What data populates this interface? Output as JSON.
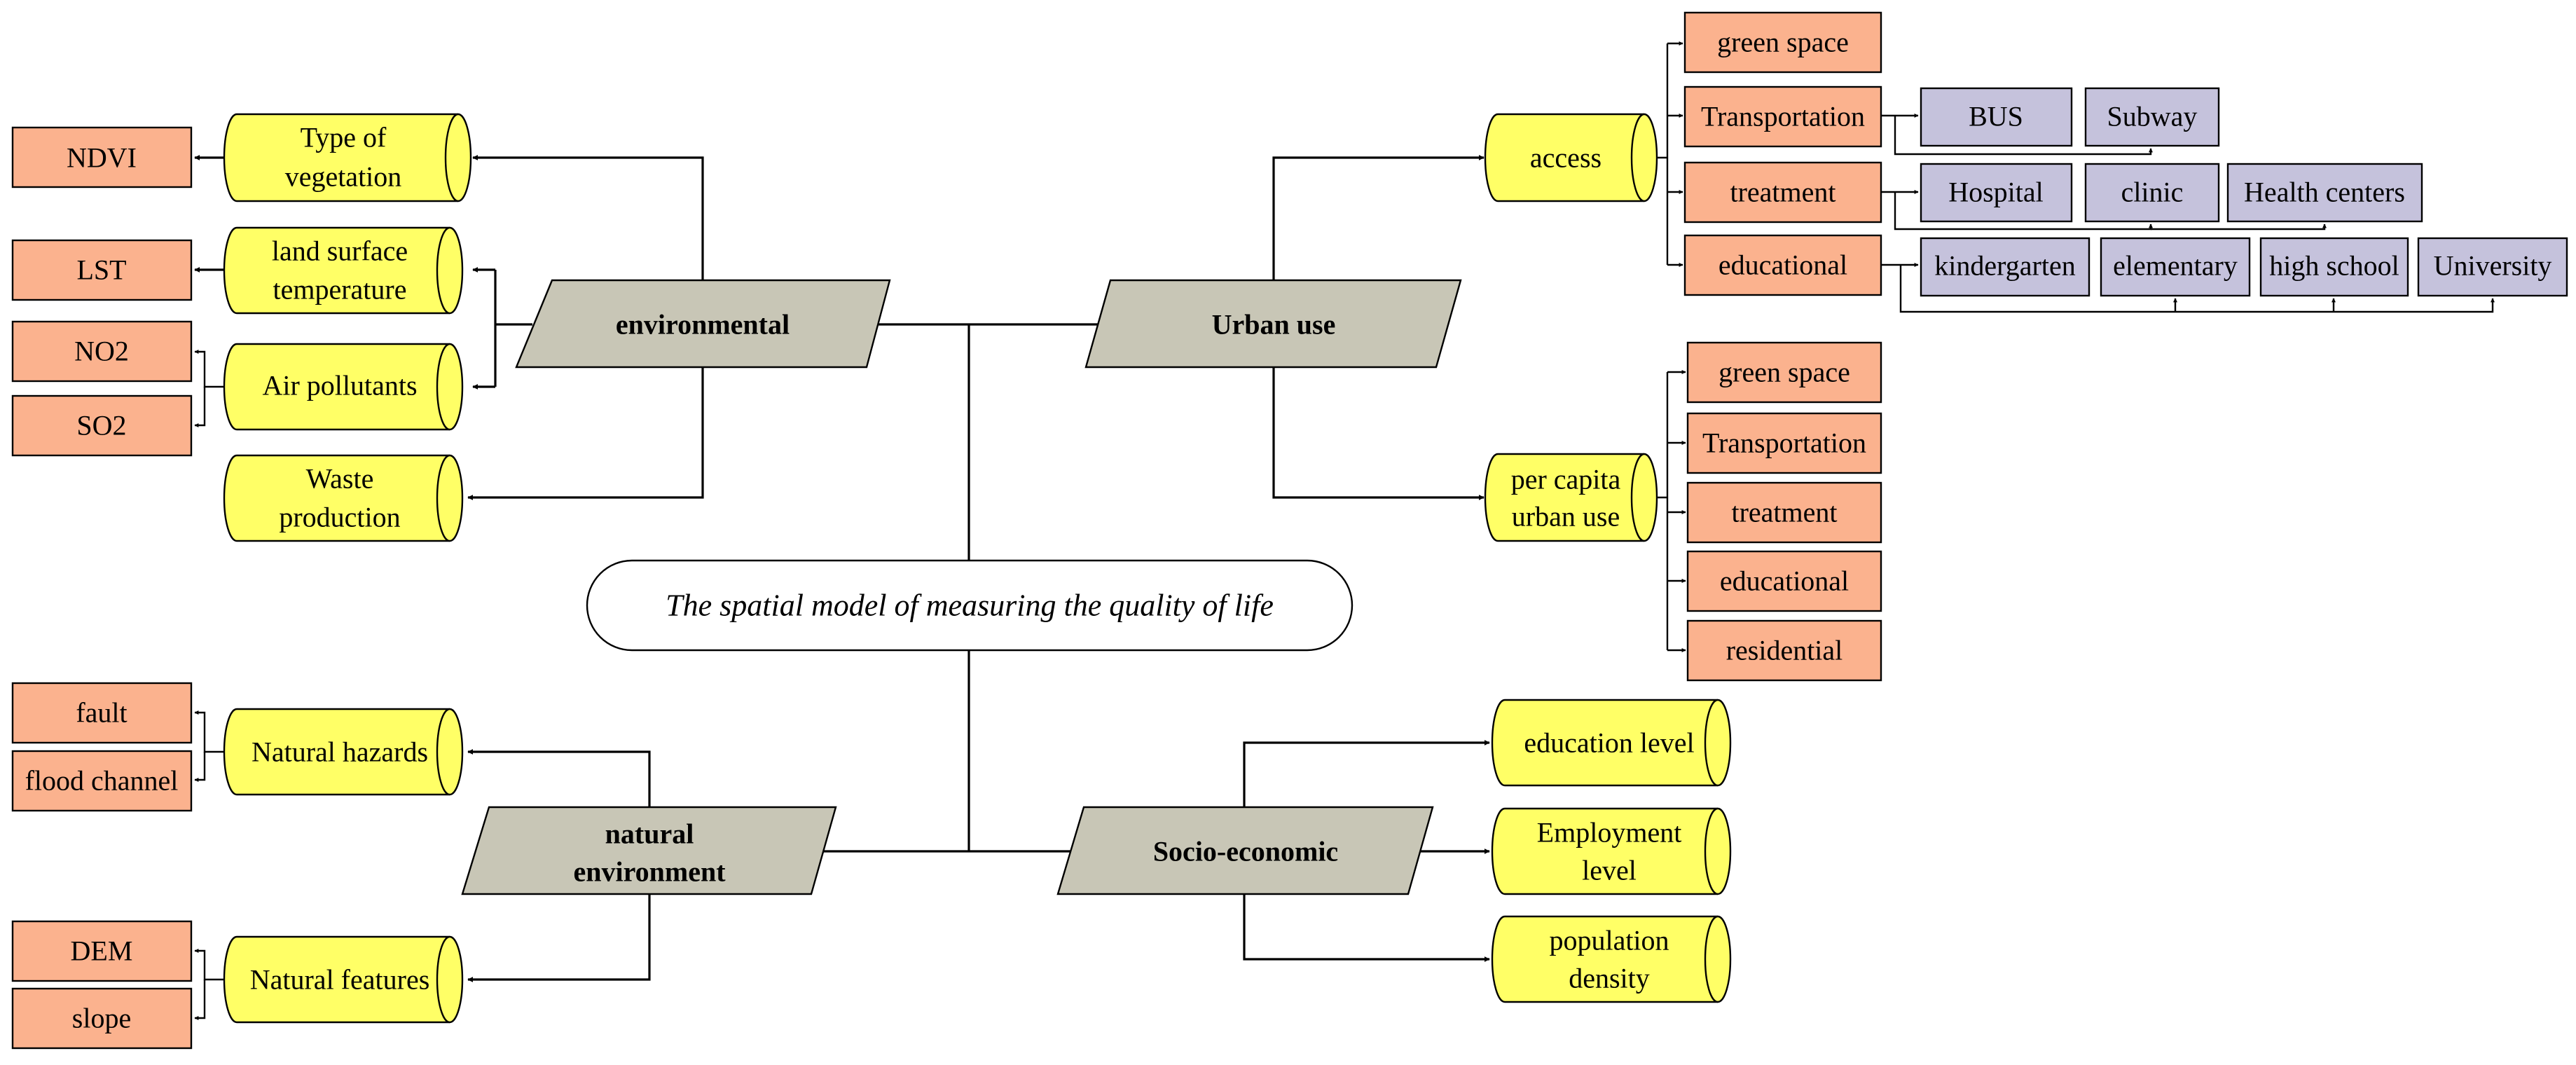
{
  "title": "The spatial model of measuring the quality of life",
  "environmental": {
    "label": "environmental",
    "type_of_vegetation": [
      "Type of",
      "vegetation"
    ],
    "land_surface_temperature": [
      "land surface",
      "temperature"
    ],
    "air_pollutants": "Air pollutants",
    "waste_production": [
      "Waste",
      "production"
    ],
    "ndvi": "NDVI",
    "lst": "LST",
    "no2": "NO2",
    "so2": "SO2"
  },
  "natural_environment": {
    "label": [
      "natural",
      "environment"
    ],
    "natural_hazards": "Natural hazards",
    "natural_features": "Natural features",
    "fault": "fault",
    "flood_channel": "flood channel",
    "dem": "DEM",
    "slope": "slope"
  },
  "urban_use": {
    "label": "Urban use",
    "access": {
      "label": "access",
      "green_space": "green space",
      "transportation": "Transportation",
      "treatment": "treatment",
      "educational": "educational",
      "bus": "BUS",
      "subway": "Subway",
      "hospital": "Hospital",
      "clinic": "clinic",
      "health_centers": "Health centers",
      "kindergarten": "kindergarten",
      "elementary": "elementary",
      "high_school": "high school",
      "university": "University"
    },
    "per_capita": {
      "label": [
        "per capita",
        "urban use"
      ],
      "green_space": "green space",
      "transportation": "Transportation",
      "treatment": "treatment",
      "educational": "educational",
      "residential": "residential"
    }
  },
  "socio_economic": {
    "label": "Socio-economic",
    "education_level": "education level",
    "employment_level": [
      "Employment",
      "level"
    ],
    "population_density": [
      "population",
      "density"
    ]
  }
}
